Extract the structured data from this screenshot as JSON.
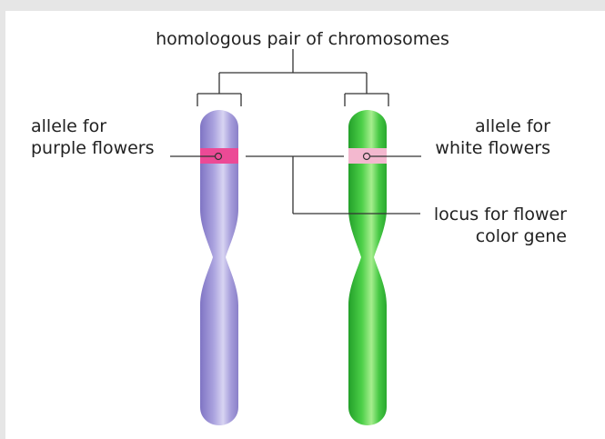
{
  "diagram": {
    "title": "homologous pair of chromosomes",
    "left_label": {
      "line1": "allele for",
      "line2": "purple flowers"
    },
    "right_label": {
      "line1": "allele for",
      "line2": "white flowers"
    },
    "locus_label": {
      "line1": "locus for flower",
      "line2": "color gene"
    }
  },
  "colors": {
    "purple_chromosome": "#9a8fd0",
    "green_chromosome": "#3cb83a",
    "purple_allele_band": "#ec4a96",
    "white_allele_band": "#f3b8cf",
    "line": "#333333",
    "background_border": "#e6e6e6"
  }
}
